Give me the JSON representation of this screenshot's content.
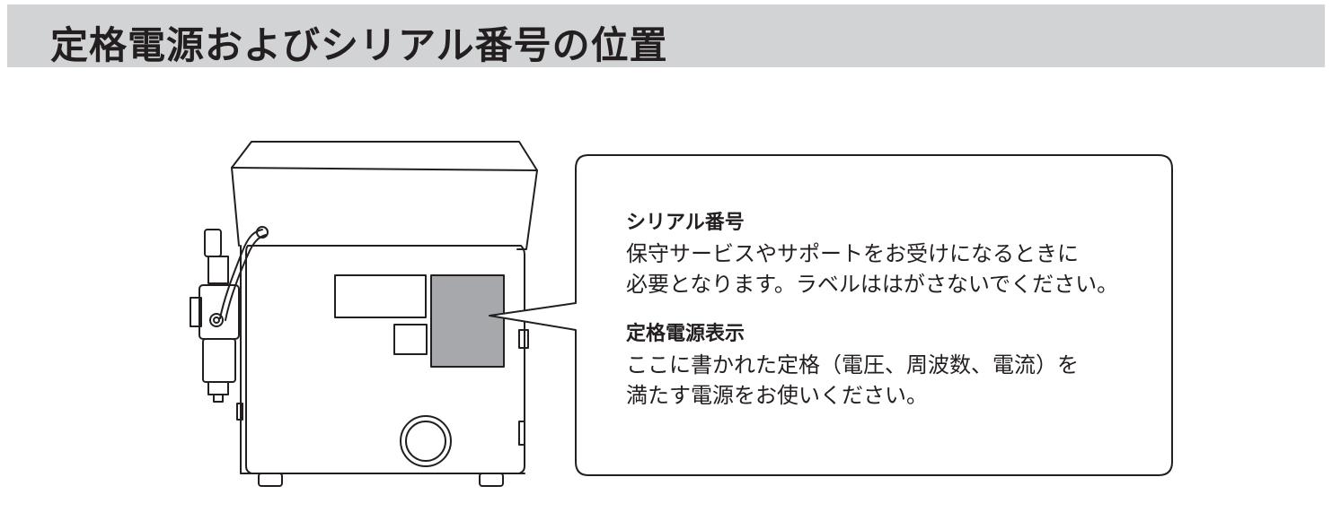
{
  "page": {
    "title": "定格電源およびシリアル番号の位置"
  },
  "callout": {
    "serial": {
      "heading": "シリアル番号",
      "line1": "保守サービスやサポートをお受けになるときに",
      "line2": "必要となります。ラベルははがさないでください。"
    },
    "rating": {
      "heading": "定格電源表示",
      "line1": "ここに書かれた定格（電圧、周波数、電流）を",
      "line2": "満たす電源をお使いください。"
    }
  },
  "colors": {
    "title_band": "#d2d3d5",
    "label_fill": "#a6a8ab",
    "line": "#231f20"
  }
}
